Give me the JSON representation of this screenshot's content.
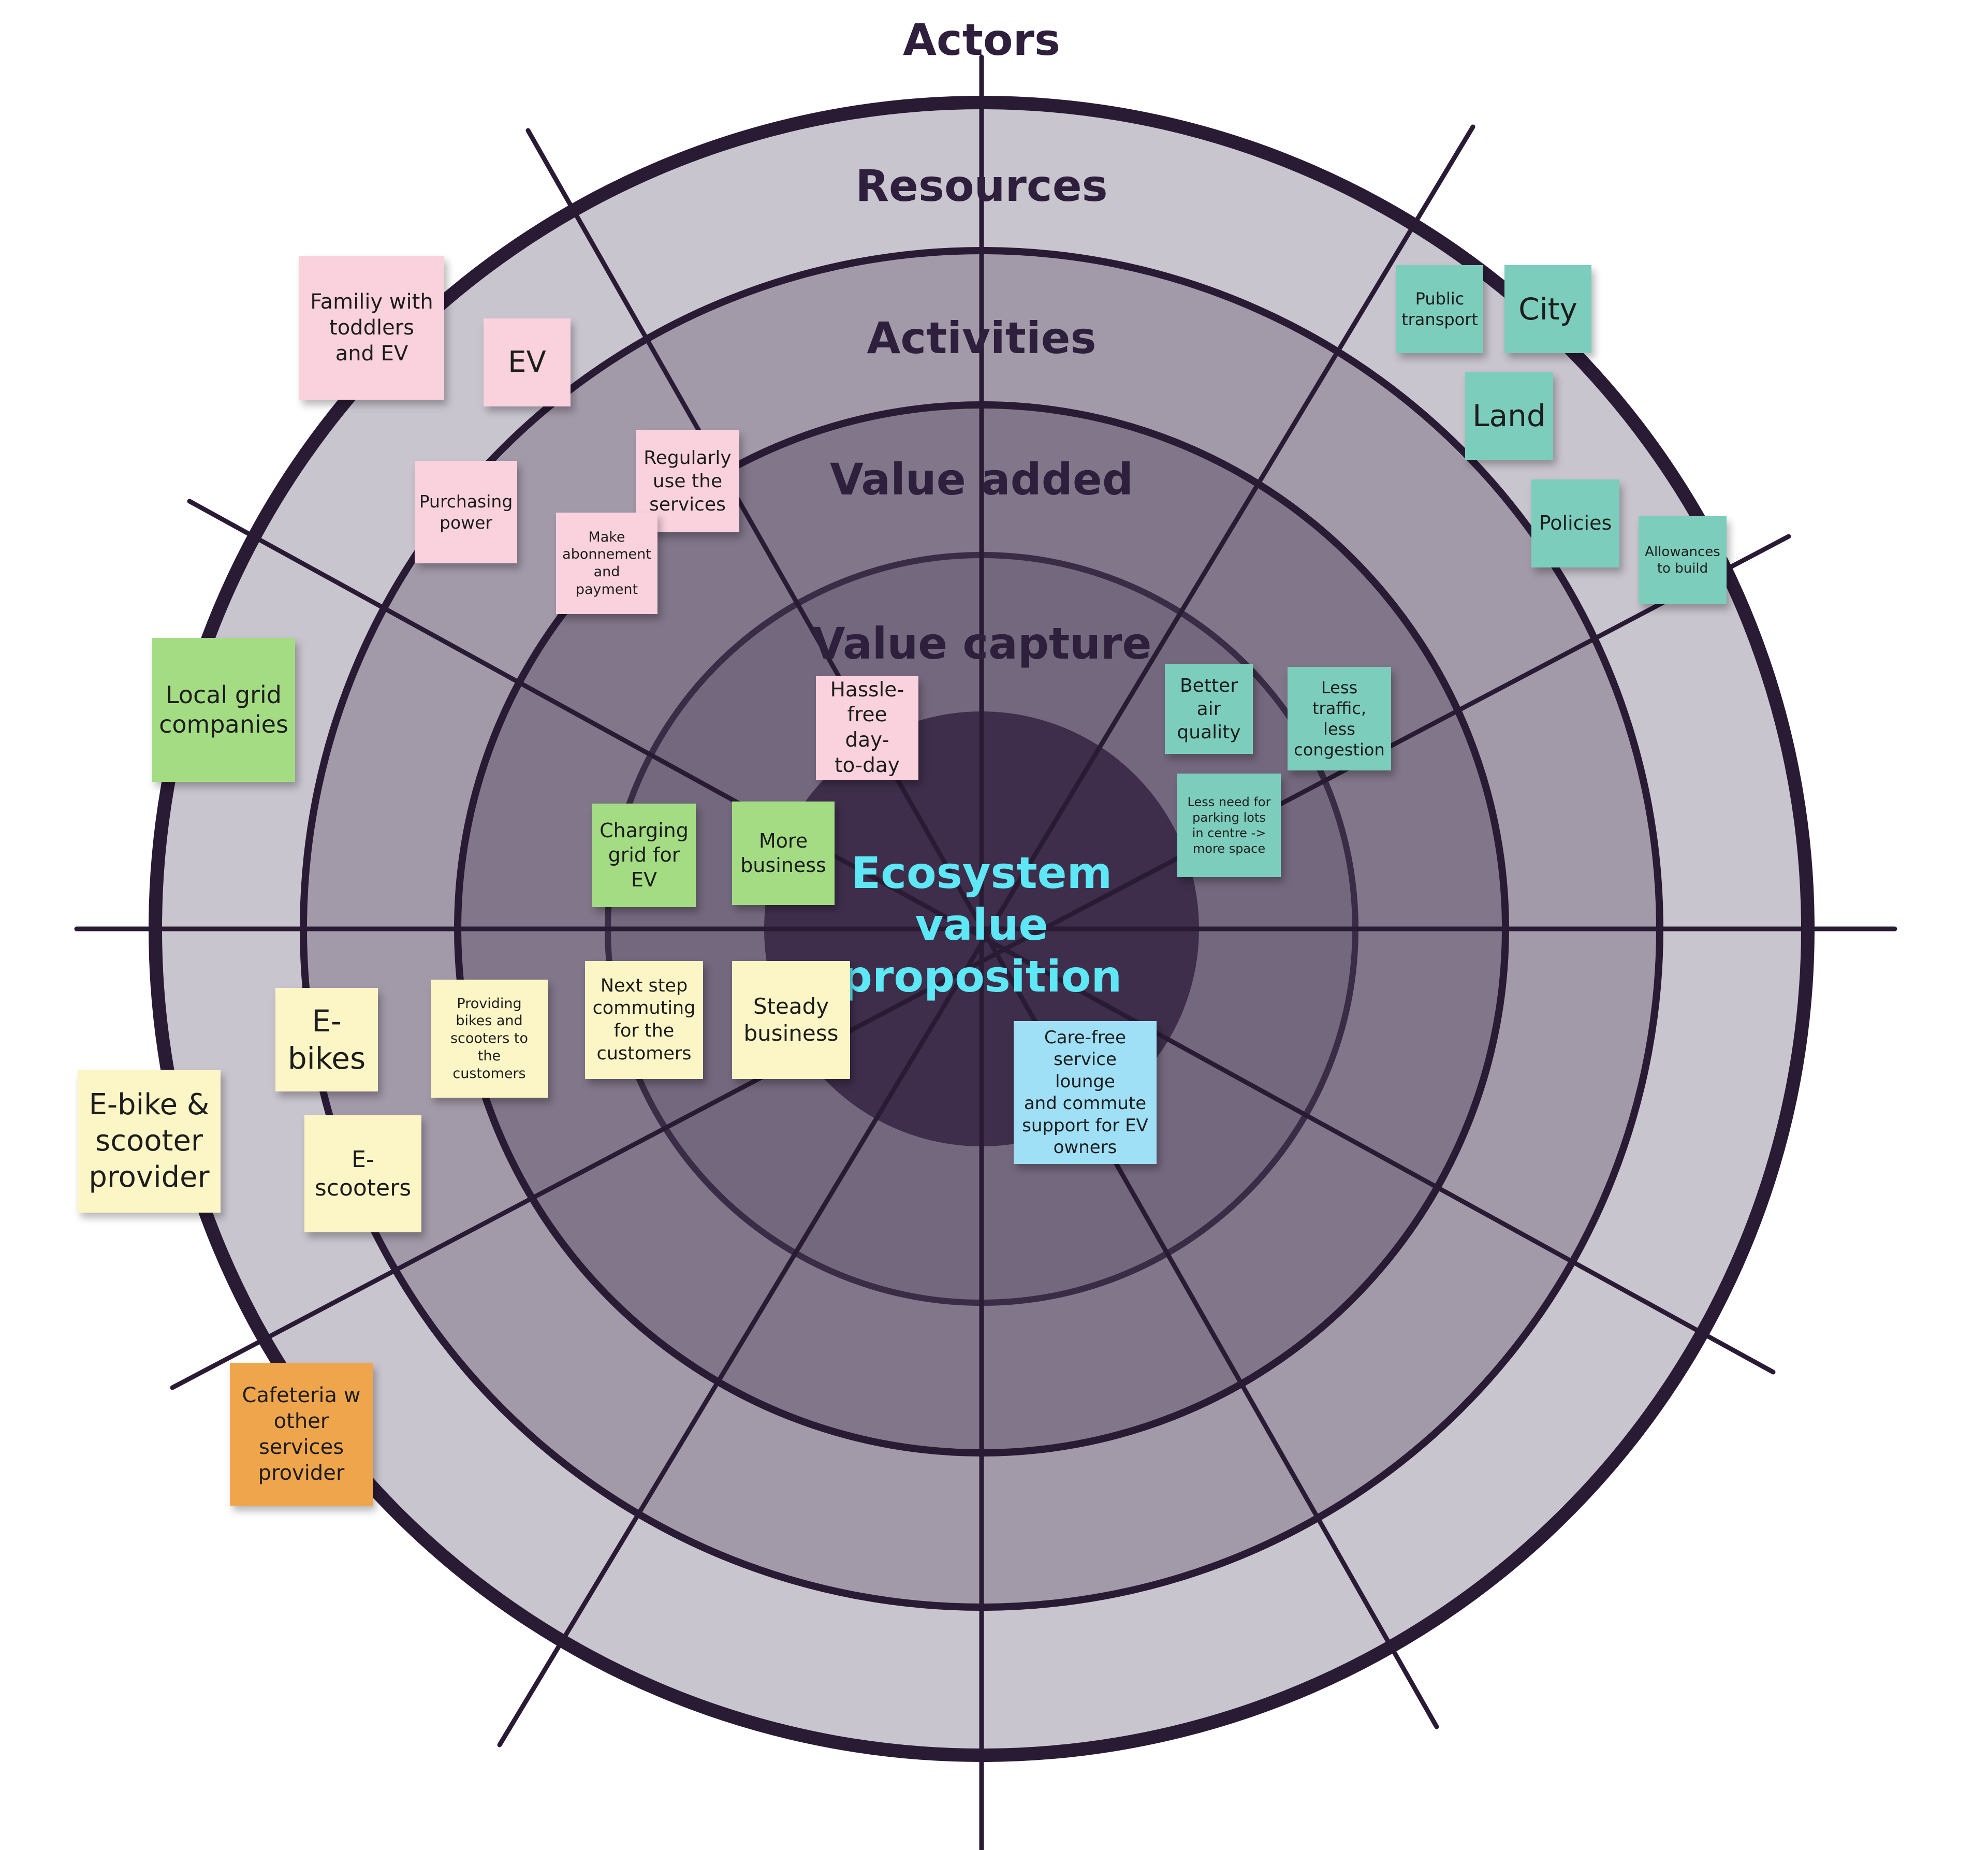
{
  "diagram": {
    "ring_labels": {
      "actors": "Actors",
      "resources": "Resources",
      "activities": "Activities",
      "value_added": "Value added",
      "value_capture": "Value capture"
    },
    "center": {
      "line1": "Ecosystem",
      "line2": "value",
      "line3": "proposition"
    },
    "colors": {
      "ring_outer": "#c9c5cf",
      "ring_activities": "#a39aa9",
      "ring_value_added": "#81768a",
      "ring_value_capture": "#74687e",
      "center": "#3e2e4b",
      "lines": "#2a1b35",
      "center_text": "#5ee8f5"
    }
  },
  "notes": {
    "family": "Familiy with\ntoddlers\nand EV",
    "ev": "EV",
    "purchasing": "Purchasing\npower",
    "regularly": "Regularly\nuse the\nservices",
    "abonnement": "Make\nabonnement\nand payment",
    "public_transport": "Public\ntransport",
    "city": "City",
    "land": "Land",
    "policies": "Policies",
    "allowances": "Allowances\nto build",
    "local_grid": "Local grid\ncompanies",
    "hassle": "Hassle-\nfree day-\nto-day",
    "better_air": "Better\nair\nquality",
    "less_traffic": "Less\ntraffic, less\ncongestion",
    "less_parking": "Less need for\nparking lots\nin centre ->\nmore space",
    "charging": "Charging\ngrid for\nEV",
    "more_business": "More\nbusiness",
    "ebikes": "E-\nbikes",
    "providing": "Providing\nbikes and\nscooters to the\ncustomers",
    "next_step": "Next step\ncommuting\nfor the\ncustomers",
    "steady": "Steady\nbusiness",
    "care_free": "Care-free\nservice lounge\nand commute\nsupport for EV\nowners",
    "ebike_provider": "E-bike &\nscooter\nprovider",
    "escooters": "E-\nscooters",
    "cafeteria": "Cafeteria w\nother\nservices\nprovider"
  }
}
